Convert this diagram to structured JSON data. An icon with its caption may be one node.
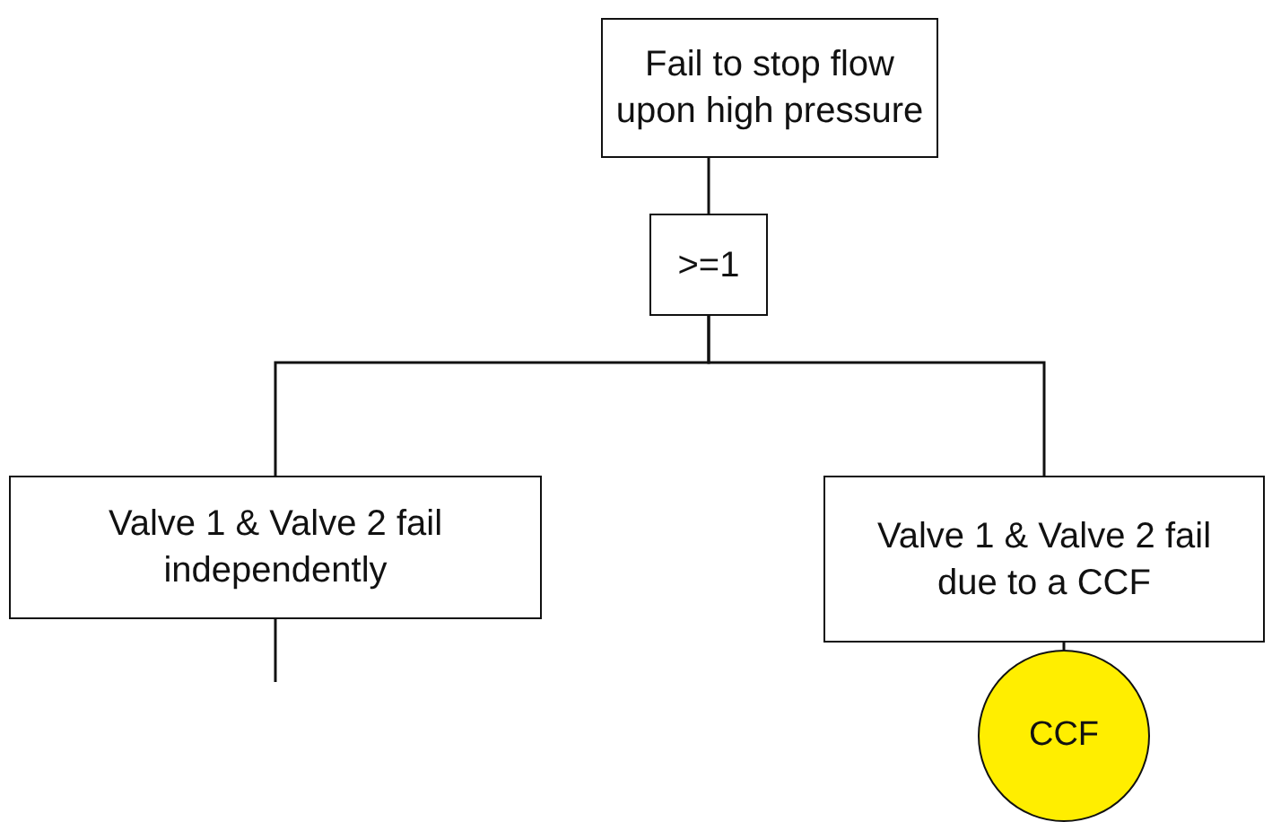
{
  "diagram": {
    "nodes": [
      {
        "text": [
          "Fail to stop flow upon high pressure"
        ]
      },
      {
        "text": [
          ">=1"
        ]
      },
      {
        "text": [
          "Valve 1 & Valve 2 fail independently"
        ]
      },
      {
        "text": [
          "Valve 1 & Valve 2 fail due to a CCF"
        ]
      },
      {
        "text": [
          "CCF"
        ]
      }
    ],
    "edges": [
      {
        "from": 0,
        "to": 1,
        "arrow": "none"
      },
      {
        "from": 1,
        "to": 2,
        "arrow": "none"
      },
      {
        "from": 1,
        "to": 3,
        "arrow": "none"
      },
      {
        "from": 3,
        "to": 4,
        "arrow": "none"
      },
      {
        "from": 2,
        "to": null,
        "arrow": "none"
      }
    ]
  }
}
